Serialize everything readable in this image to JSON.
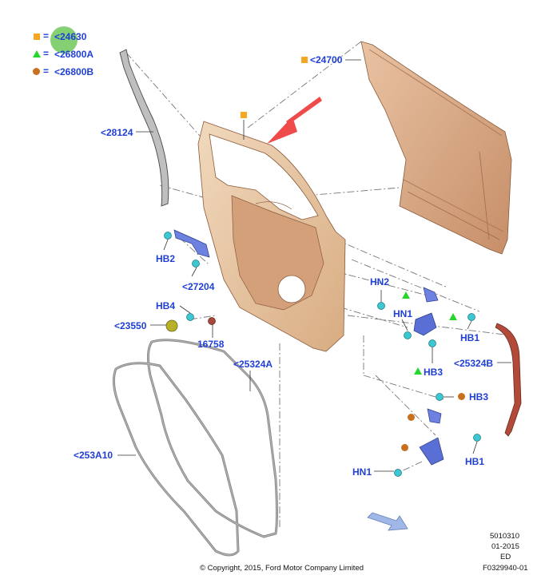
{
  "legend": [
    {
      "symbol": "orange-square",
      "sep": "=",
      "text": "<24630",
      "color": "#f5a623"
    },
    {
      "symbol": "green-triangle",
      "sep": "=",
      "text": "<26800A",
      "color": "#27d62a"
    },
    {
      "symbol": "brown-circle",
      "sep": "=",
      "text": "<26800B",
      "color": "#c8701e"
    }
  ],
  "labels": {
    "p24700": "<24700",
    "p28124": "<28124",
    "hb2": "HB2",
    "p27204": "<27204",
    "hb4": "HB4",
    "p23550": "<23550",
    "p16758": "16758",
    "p25324a": "<25324A",
    "p253a10": "<253A10",
    "hn2": "HN2",
    "hn1_upper": "HN1",
    "hb1_upper": "HB1",
    "hb3_lower": "HB3",
    "p25324b": "<25324B",
    "hb3_right": "HB3",
    "hb1_lower": "HB1",
    "hn1_lower": "HN1"
  },
  "footer": {
    "code": "5010310",
    "date": "01-2015",
    "ed": "ED",
    "ref": "F0329940-01",
    "copyright": "© Copyright, 2015, Ford Motor Company Limited"
  },
  "colors": {
    "label_blue": "#1f3fd6",
    "orange": "#f5a623",
    "green": "#27d62a",
    "brown": "#c8701e",
    "arrow_red": "#f04b4b",
    "panel": "#d9a984",
    "hinge_blue": "#5a6fd6",
    "bolt_teal": "#3cc8d2",
    "seal_red": "#b24a3a"
  }
}
